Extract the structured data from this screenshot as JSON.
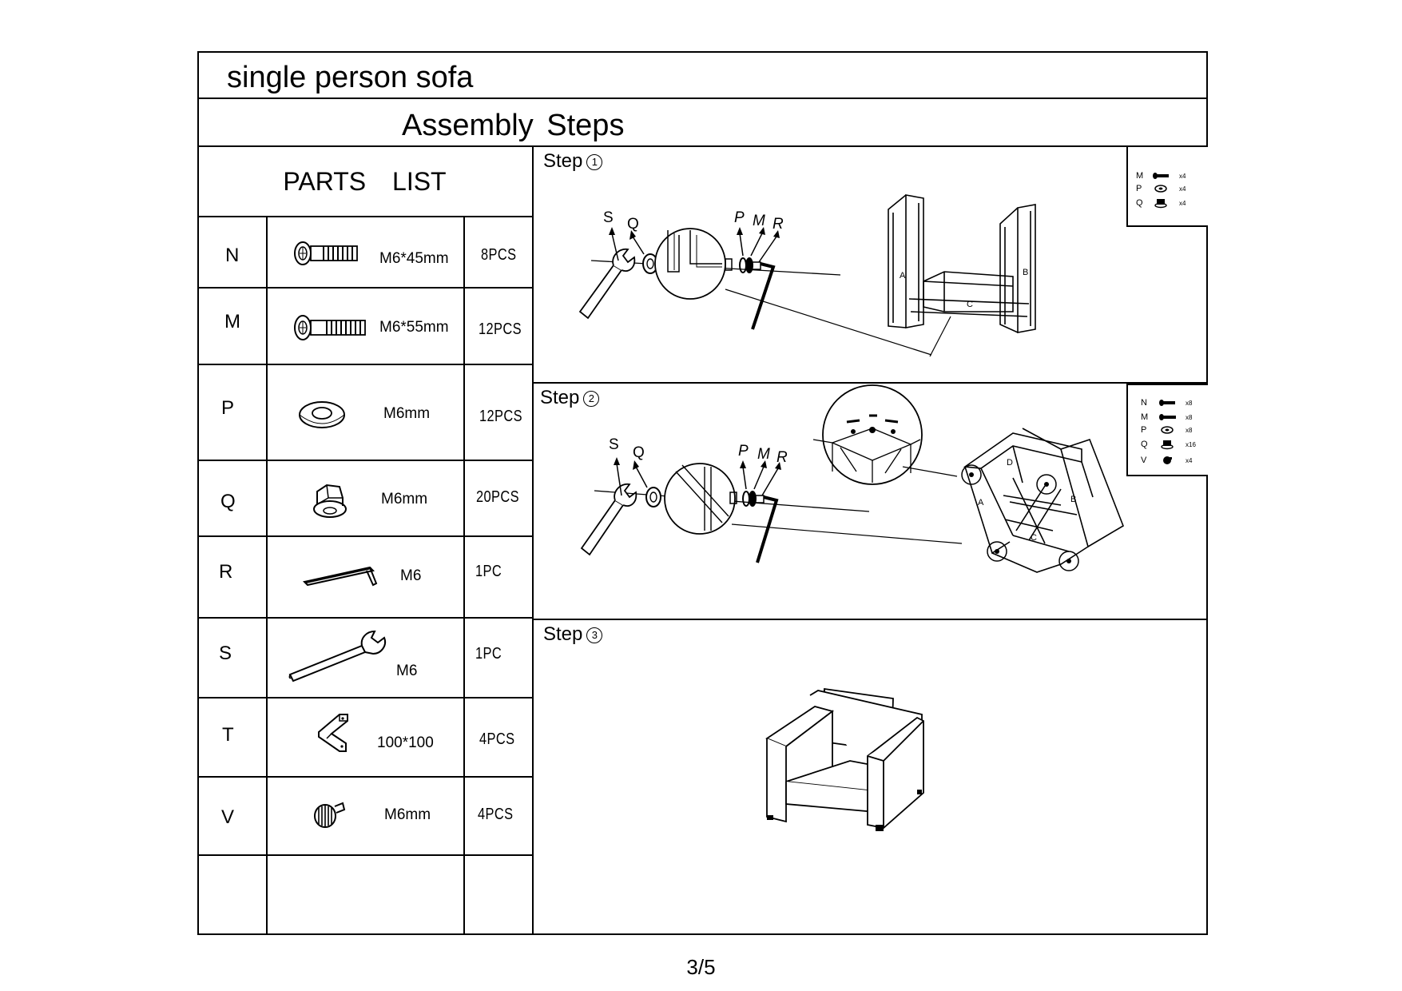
{
  "title": "single person sofa",
  "subtitle": "Assembly  Steps",
  "parts_header": "PARTS    LIST",
  "parts": [
    {
      "letter": "N",
      "spec": "M6*45mm",
      "qty": "8PCS",
      "icon": "bolt-icon"
    },
    {
      "letter": "M",
      "spec": "M6*55mm",
      "qty": "12PCS",
      "icon": "long-bolt-icon"
    },
    {
      "letter": "P",
      "spec": "M6mm",
      "qty": "12PCS",
      "icon": "washer-icon"
    },
    {
      "letter": "Q",
      "spec": "M6mm",
      "qty": "20PCS",
      "icon": "flange-nut-icon"
    },
    {
      "letter": "R",
      "spec": "M6",
      "qty": "1PC",
      "icon": "hex-key-icon"
    },
    {
      "letter": "S",
      "spec": "M6",
      "qty": "1PC",
      "icon": "wrench-icon"
    },
    {
      "letter": "T",
      "spec": "100*100",
      "qty": "4PCS",
      "icon": "corner-bracket-icon"
    },
    {
      "letter": "V",
      "spec": "M6mm",
      "qty": "4PCS",
      "icon": "leveling-foot-icon"
    }
  ],
  "steps": [
    {
      "label": "Step",
      "num": "1",
      "callouts": {
        "s": "S",
        "q": "Q",
        "p": "P",
        "m": "M",
        "r": "R"
      },
      "panels": {
        "a": "A",
        "b": "B",
        "c": "C"
      },
      "legend": [
        {
          "key": "M",
          "qty": "x4"
        },
        {
          "key": "P",
          "qty": "x4"
        },
        {
          "key": "Q",
          "qty": "x4"
        }
      ]
    },
    {
      "label": "Step",
      "num": "2",
      "callouts": {
        "s": "S",
        "q": "Q",
        "p": "P",
        "m": "M",
        "r": "R"
      },
      "panels": {
        "a": "A",
        "b": "B",
        "c": "C",
        "d": "D"
      },
      "legend": [
        {
          "key": "N",
          "qty": "x8"
        },
        {
          "key": "M",
          "qty": "x8"
        },
        {
          "key": "P",
          "qty": "x8"
        },
        {
          "key": "Q",
          "qty": "x16"
        },
        {
          "key": "V",
          "qty": "x4"
        }
      ]
    },
    {
      "label": "Step",
      "num": "3"
    }
  ],
  "page_number": "3/5"
}
